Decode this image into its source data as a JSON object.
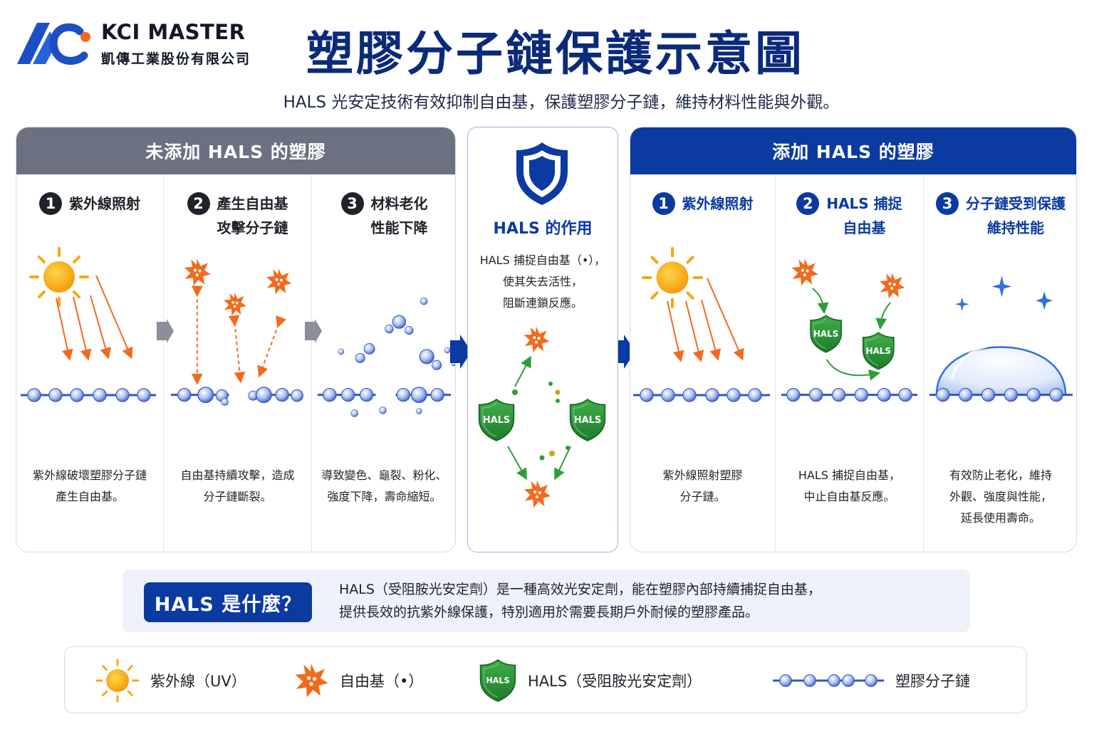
{
  "header": {
    "brand_name": "KCI MASTER",
    "brand_subtitle": "凱傳工業股份有限公司",
    "title": "塑膠分子鏈保護示意圖",
    "subtitle": "HALS 光安定技術有效抑制自由基，保護塑膠分子鏈，維持材料性能與外觀。"
  },
  "left_panel": {
    "title": "未添加 HALS 的塑膠",
    "steps": [
      {
        "num": "1",
        "title_lines": [
          "紫外線照射"
        ],
        "desc_lines": [
          "紫外線破壞塑膠分子鏈",
          "產生自由基。"
        ]
      },
      {
        "num": "2",
        "title_lines": [
          "產生自由基",
          "攻擊分子鏈"
        ],
        "desc_lines": [
          "自由基持續攻擊，造成",
          "分子鏈斷裂。"
        ]
      },
      {
        "num": "3",
        "title_lines": [
          "材料老化",
          "性能下降"
        ],
        "desc_lines": [
          "導致變色、龜裂、粉化、",
          "強度下降，壽命縮短。"
        ]
      }
    ]
  },
  "middle_panel": {
    "title": "HALS 的作用",
    "desc_lines": [
      "HALS 捕捉自由基（•），",
      "使其失去活性，",
      "阻斷連鎖反應。"
    ],
    "shield_label": "HALS"
  },
  "right_panel": {
    "title": "添加 HALS 的塑膠",
    "steps": [
      {
        "num": "1",
        "title_lines": [
          "紫外線照射"
        ],
        "desc_lines": [
          "紫外線照射塑膠",
          "分子鏈。"
        ]
      },
      {
        "num": "2",
        "title_lines": [
          "HALS 捕捉",
          "自由基"
        ],
        "desc_lines": [
          "HALS 捕捉自由基，",
          "中止自由基反應。"
        ]
      },
      {
        "num": "3",
        "title_lines": [
          "分子鏈受到保護",
          "維持性能"
        ],
        "desc_lines": [
          "有效防止老化，維持",
          "外觀、強度與性能，",
          "延長使用壽命。"
        ]
      }
    ]
  },
  "info": {
    "badge": "HALS 是什麼？",
    "lines": [
      "HALS（受阻胺光安定劑）是一種高效光安定劑，能在塑膠內部持續捕捉自由基，",
      "提供長效的抗紫外線保護，特別適用於需要長期戶外耐候的塑膠產品。"
    ]
  },
  "legend": {
    "uv": "紫外線（UV）",
    "radical": "自由基（•）",
    "hals": "HALS（受阻胺光安定劑）",
    "chain": "塑膠分子鏈"
  },
  "colors": {
    "navy": "#0b2a7a",
    "blue": "#0b3aa0",
    "gray_header": "#6b7180",
    "orange": "#f26b1d",
    "green": "#2e9e3a",
    "sun": "#f7a616"
  }
}
